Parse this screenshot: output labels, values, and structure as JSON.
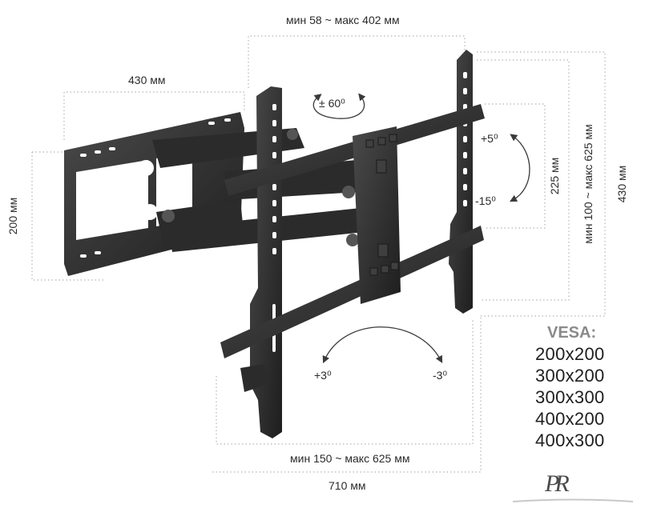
{
  "dimensions": {
    "top_width": "мин 58 ~ макс 402 мм",
    "plate_width": "430 мм",
    "plate_height": "200 мм",
    "swivel": "± 60⁰",
    "tilt_up": "+5⁰",
    "tilt_down": "-15⁰",
    "tilt_span": "225 мм",
    "vesa_height_range": "мин 100 ~ макс 625 мм",
    "total_height": "430 мм",
    "level_left": "+3⁰",
    "level_right": "-3⁰",
    "vesa_width_range": "мин 150 ~ макс 625 мм",
    "total_width": "710 мм"
  },
  "vesa": {
    "title": "VESA:",
    "sizes": [
      "200x200",
      "300x200",
      "300x300",
      "400x200",
      "400x300"
    ]
  },
  "brand": {
    "logo_text": "PR"
  },
  "colors": {
    "metal": "#2e2e2e",
    "metal_light": "#4a4a4a",
    "dotted": "#b5b5b5",
    "text": "#2b2b2b"
  }
}
